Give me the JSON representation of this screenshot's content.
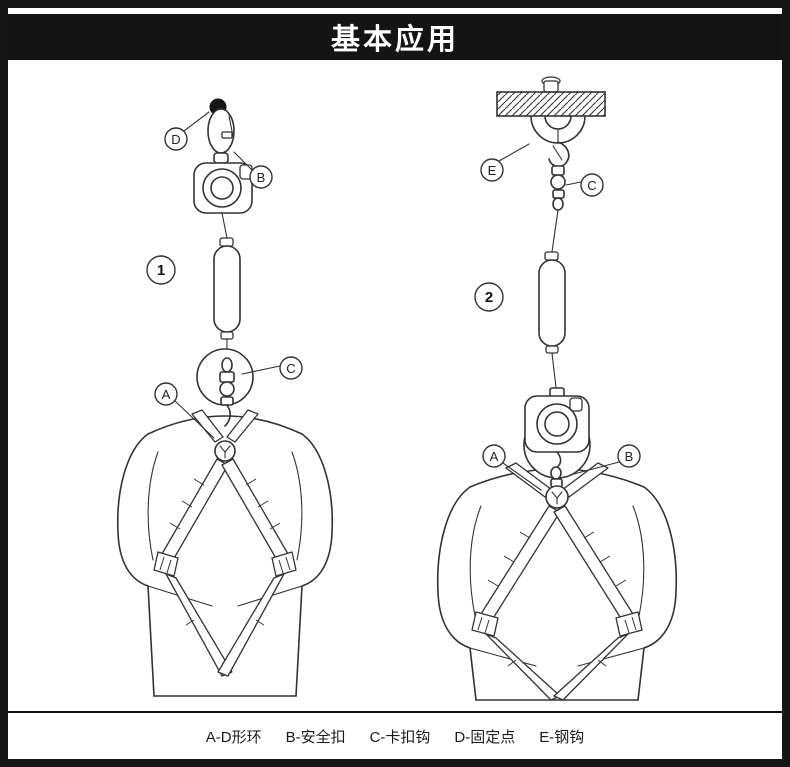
{
  "header": {
    "title": "基本应用"
  },
  "figure1": {
    "number": "1",
    "label_a": "A",
    "label_b": "B",
    "label_c": "C",
    "label_d": "D"
  },
  "figure2": {
    "number": "2",
    "label_a": "A",
    "label_b": "B",
    "label_c": "C",
    "label_e": "E"
  },
  "legend": {
    "items": [
      "A-D形环",
      "B-安全扣",
      "C-卡扣钩",
      "D-固定点",
      "E-钢钩"
    ]
  },
  "colors": {
    "line": "#333333",
    "banner": "#141414",
    "anchor_dot": "#161616"
  }
}
